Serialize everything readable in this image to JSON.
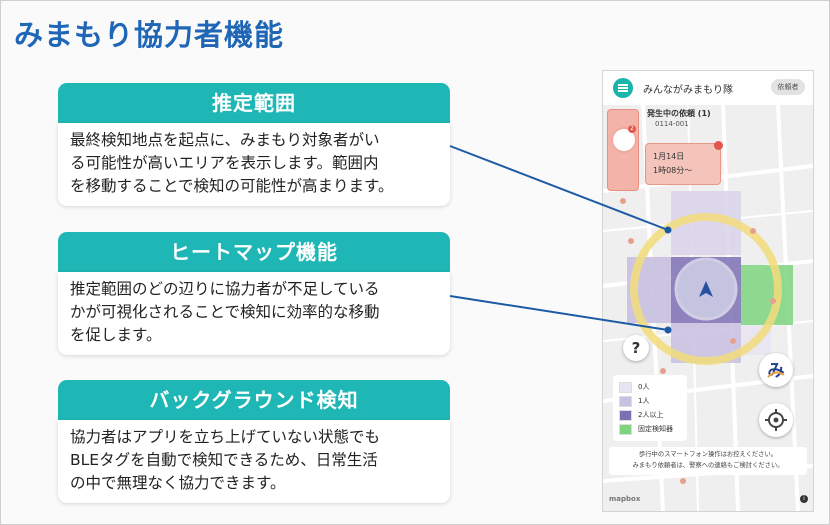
{
  "page_title": "みまもり協力者機能",
  "cards": [
    {
      "title": "推定範囲",
      "lines": [
        "最終検知地点を起点に、みまもり対象者がい",
        "る可能性が高いエリアを表示します。範囲内",
        "を移動することで検知の可能性が高まります。"
      ]
    },
    {
      "title": "ヒートマップ機能",
      "lines": [
        "推定範囲のどの辺りに協力者が不足している",
        "かが可視化されることで検知に効率的な移動",
        "を促します。"
      ]
    },
    {
      "title": "バックグラウンド検知",
      "lines": [
        "協力者はアプリを立ち上げていない状態でも",
        "BLEタグを自動で検知できるため、日常生活",
        "の中で無理なく協力できます。"
      ]
    }
  ],
  "phone": {
    "app_name": "みんながみまもり隊",
    "request_button": "依頼者",
    "active_requests": "発生中の依頼 (1)",
    "request_id": "0114-001",
    "alert_badge": "2",
    "date": "1月14日",
    "elapsed": "1時08分〜",
    "help_label": "?",
    "legend": [
      {
        "label": "0人",
        "color": "#e8e4f2"
      },
      {
        "label": "1人",
        "color": "#c7c0e0"
      },
      {
        "label": "2人以上",
        "color": "#7c70b4"
      },
      {
        "label": "固定検知器",
        "color": "#7ed37e"
      }
    ],
    "footer_lines": [
      "歩行中のスマートフォン操作はお控えください。",
      "みまもり依頼者は、警察への連絡もご検討ください。"
    ],
    "map_attribution": "mapbox",
    "info_label": "i"
  },
  "colors": {
    "title_blue": "#1f67b6",
    "card_teal": "#1fb7b5",
    "connector_blue": "#1c5aa6",
    "range_yellow": "#f2dc7a",
    "app_teal": "#19b5ac"
  }
}
